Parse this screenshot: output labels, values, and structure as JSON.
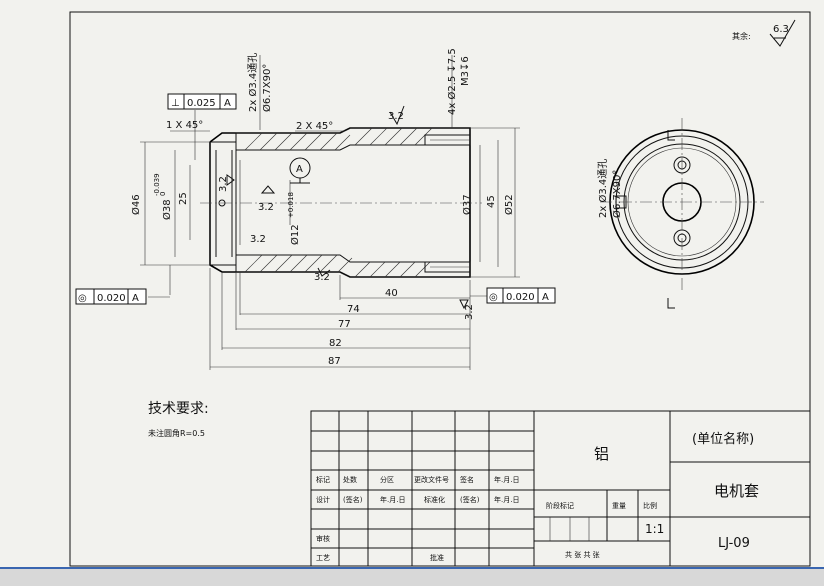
{
  "drawing": {
    "roughness_default": {
      "label": "其余:",
      "value": "6.3"
    },
    "tolerance_frames": {
      "perpendicularity": {
        "symbol": "⊥",
        "value": "0.025",
        "datum": "A"
      },
      "concentricity_left": {
        "symbol": "◎",
        "value": "0.020",
        "datum": "A"
      },
      "concentricity_right": {
        "symbol": "◎",
        "value": "0.020",
        "datum": "A"
      }
    },
    "datum_label": "A",
    "dimensions": {
      "chamfer_left": "1 X 45°",
      "chamfer_right": "2 X 45°",
      "holes_left": "2x Ø3.4通孔",
      "countersink_left": "Ø6.7X90°",
      "holes_right": "4x Ø2.5 ↧7.5",
      "thread_right": "M3↧6",
      "dia_46": "Ø46",
      "dia_38": "Ø38",
      "tol_38_upper": "-0.039",
      "tol_38_lower": "0",
      "dim_25": "25",
      "dia_12": "Ø12",
      "tol_12": "+0.018",
      "dia_37": "Ø37",
      "dim_45": "45",
      "dia_52": "Ø52",
      "len_40": "40",
      "len_74": "74",
      "len_77": "77",
      "len_82": "82",
      "len_87": "87",
      "rough_32": "3.2",
      "side_holes": "2x Ø3.4通孔",
      "side_countersink": "Ø6.7X90°"
    },
    "tech_title": "技术要求:",
    "tech_note": "未注圆角R=0.5"
  },
  "title_block": {
    "material": "铝",
    "company": "(单位名称)",
    "part_name": "电机套",
    "drawing_no": "LJ-09",
    "scale": "1:1",
    "row_labels": {
      "mark": "标记",
      "count": "处数",
      "zone": "分区",
      "change_doc": "更改文件号",
      "sign": "签名",
      "date": "年.月.日",
      "design": "设计",
      "sign2": "(签名)",
      "date2": "年.月.日",
      "standard": "标准化",
      "sign3": "(签名)",
      "date3": "年.月.日",
      "stage_mark": "阶段标记",
      "weight": "重量",
      "ratio": "比例",
      "review": "审核",
      "process": "工艺",
      "approve": "批准",
      "sheets": "共   张   共   张"
    }
  }
}
